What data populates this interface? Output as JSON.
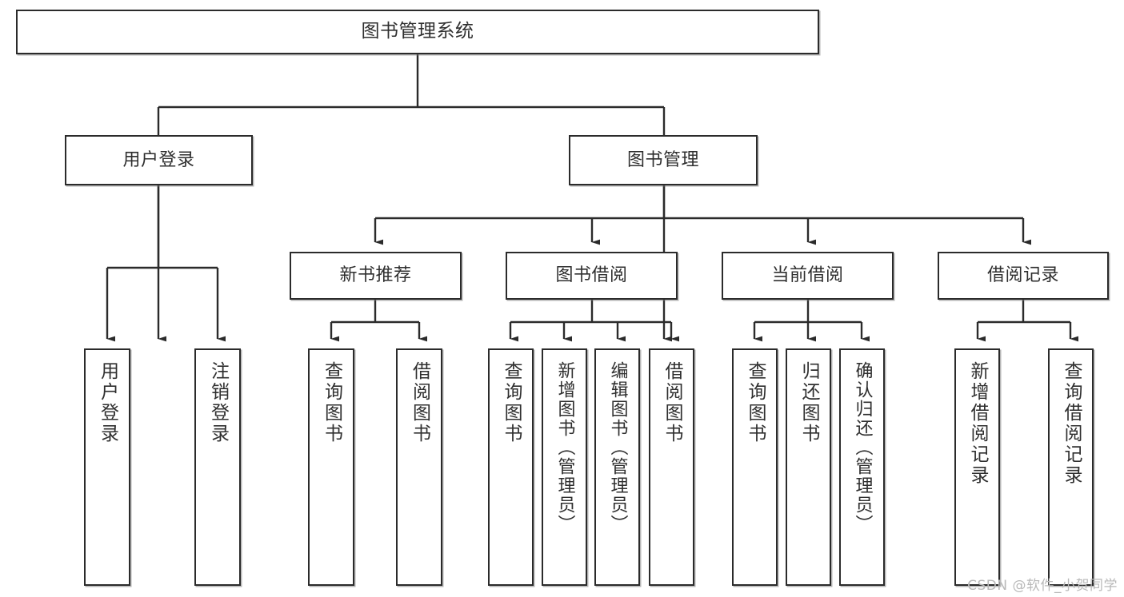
{
  "diagram": {
    "title": "图书管理系统",
    "watermark": "CSDN @软件_小贺同学",
    "stroke_color": "#2b2b2b",
    "text_color": "#2f2f2f",
    "background": "#ffffff",
    "root": {
      "label": "图书管理系统"
    },
    "level2": [
      {
        "label": "用户登录"
      },
      {
        "label": "图书管理"
      }
    ],
    "level3": [
      {
        "label": "新书推荐"
      },
      {
        "label": "图书借阅"
      },
      {
        "label": "当前借阅"
      },
      {
        "label": "借阅记录"
      }
    ],
    "leaves": {
      "user_login": [
        {
          "label": "用户登录"
        },
        {
          "label": "注销登录"
        }
      ],
      "new_book": [
        {
          "label": "查询图书"
        },
        {
          "label": "借阅图书"
        }
      ],
      "book_borrow": [
        {
          "label": "查询图书"
        },
        {
          "label": "新增图书（管理员）"
        },
        {
          "label": "编辑图书（管理员）"
        },
        {
          "label": "借阅图书"
        }
      ],
      "current_borrow": [
        {
          "label": "查询图书"
        },
        {
          "label": "归还图书"
        },
        {
          "label": "确认归还（管理员）"
        }
      ],
      "borrow_record": [
        {
          "label": "新增借阅记录"
        },
        {
          "label": "查询借阅记录"
        }
      ]
    }
  }
}
